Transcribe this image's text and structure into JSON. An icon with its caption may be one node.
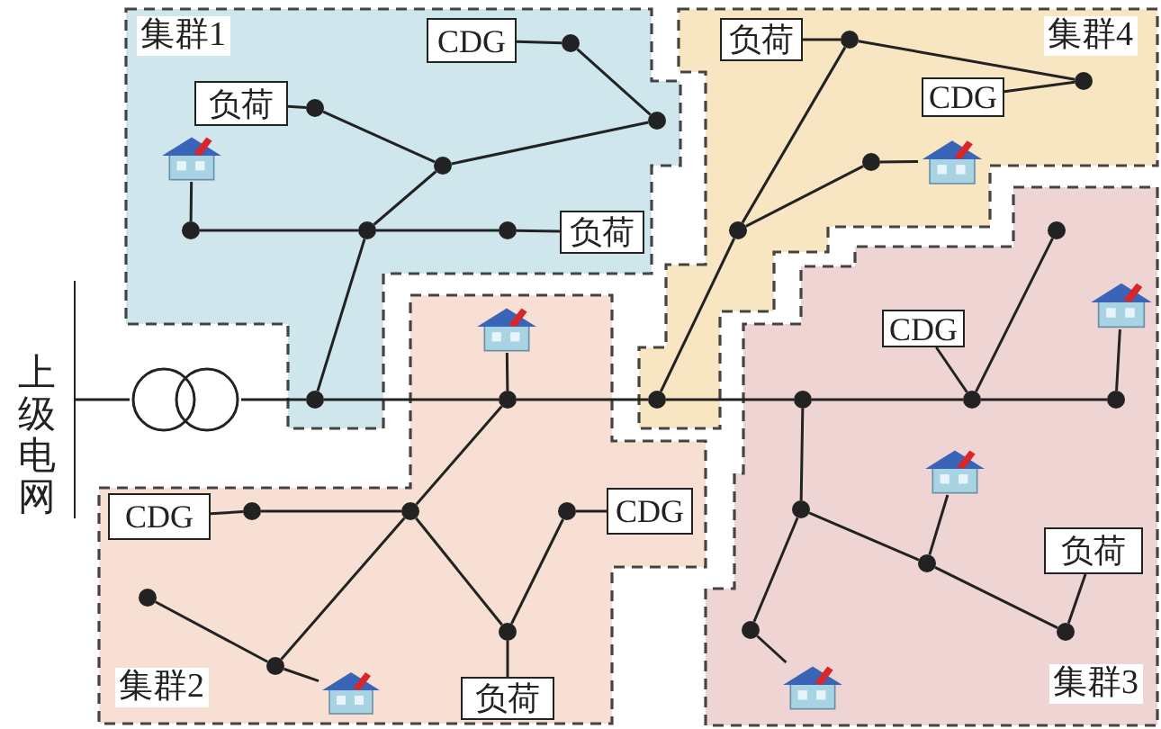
{
  "diagram": {
    "nodes": [
      {
        "text": [
          "上级电网"
        ]
      },
      {
        "text": [],
        "shape": "transformer"
      },
      {
        "text": [
          "集群1"
        ]
      },
      {
        "text": [
          "CDG"
        ],
        "in": 2
      },
      {
        "text": [],
        "shape": "circle",
        "in": 2
      },
      {
        "text": [
          "负荷"
        ],
        "in": 2
      },
      {
        "text": [],
        "shape": "circle",
        "in": 2
      },
      {
        "text": [],
        "shape": "circle",
        "in": 2
      },
      {
        "text": [],
        "shape": "circle",
        "in": 2
      },
      {
        "text": [],
        "shape": "picture",
        "in": 2
      },
      {
        "text": [],
        "shape": "circle",
        "in": 2
      },
      {
        "text": [],
        "shape": "circle",
        "in": 2
      },
      {
        "text": [],
        "shape": "circle",
        "in": 2
      },
      {
        "text": [
          "负荷"
        ],
        "in": 2
      },
      {
        "text": [],
        "shape": "circle",
        "in": 2
      },
      {
        "text": [
          "集群4"
        ]
      },
      {
        "text": [
          "负荷"
        ],
        "in": 15
      },
      {
        "text": [],
        "shape": "circle",
        "in": 15
      },
      {
        "text": [],
        "shape": "circle",
        "in": 15
      },
      {
        "text": [
          "CDG"
        ],
        "in": 15
      },
      {
        "text": [],
        "shape": "circle",
        "in": 15
      },
      {
        "text": [],
        "shape": "picture",
        "in": 15
      },
      {
        "text": [],
        "shape": "circle",
        "in": 15
      },
      {
        "text": [],
        "shape": "circle",
        "in": 15
      },
      {
        "text": [
          "集群2"
        ]
      },
      {
        "text": [],
        "shape": "picture",
        "in": 24
      },
      {
        "text": [],
        "shape": "circle",
        "in": 24
      },
      {
        "text": [
          "CDG"
        ],
        "in": 24
      },
      {
        "text": [],
        "shape": "circle",
        "in": 24
      },
      {
        "text": [],
        "shape": "circle",
        "in": 24
      },
      {
        "text": [],
        "shape": "circle",
        "in": 24
      },
      {
        "text": [
          "CDG"
        ],
        "in": 24
      },
      {
        "text": [],
        "shape": "circle",
        "in": 24
      },
      {
        "text": [],
        "shape": "circle",
        "in": 24
      },
      {
        "text": [],
        "shape": "picture",
        "in": 24
      },
      {
        "text": [],
        "shape": "circle",
        "in": 24
      },
      {
        "text": [
          "负荷"
        ],
        "in": 24
      },
      {
        "text": [
          "集群3"
        ]
      },
      {
        "text": [],
        "shape": "circle",
        "in": 37
      },
      {
        "text": [
          "CDG"
        ],
        "in": 37
      },
      {
        "text": [],
        "shape": "circle",
        "in": 37
      },
      {
        "text": [],
        "shape": "picture",
        "in": 37
      },
      {
        "text": [],
        "shape": "circle",
        "in": 37
      },
      {
        "text": [],
        "shape": "circle",
        "in": 37
      },
      {
        "text": [],
        "shape": "picture",
        "in": 37
      },
      {
        "text": [],
        "shape": "circle",
        "in": 37
      },
      {
        "text": [],
        "shape": "circle",
        "in": 37
      },
      {
        "text": [
          "负荷"
        ],
        "in": 37
      },
      {
        "text": [],
        "shape": "circle",
        "in": 37
      },
      {
        "text": [],
        "shape": "circle",
        "in": 37
      },
      {
        "text": [],
        "shape": "picture",
        "in": 37
      }
    ],
    "edges": [
      {
        "from": 0,
        "to": 1,
        "arrow": "none"
      },
      {
        "from": 1,
        "to": 14,
        "arrow": "none"
      },
      {
        "from": 14,
        "to": 26,
        "arrow": "none"
      },
      {
        "from": 26,
        "to": 23,
        "arrow": "none"
      },
      {
        "from": 23,
        "to": 38,
        "arrow": "none"
      },
      {
        "from": 38,
        "to": 42,
        "arrow": "none"
      },
      {
        "from": 42,
        "to": 43,
        "arrow": "none"
      },
      {
        "from": 3,
        "to": 4,
        "arrow": "none"
      },
      {
        "from": 4,
        "to": 7,
        "arrow": "none"
      },
      {
        "from": 7,
        "to": 8,
        "arrow": "none"
      },
      {
        "from": 5,
        "to": 6,
        "arrow": "none"
      },
      {
        "from": 6,
        "to": 8,
        "arrow": "none"
      },
      {
        "from": 8,
        "to": 11,
        "arrow": "none"
      },
      {
        "from": 9,
        "to": 10,
        "arrow": "none"
      },
      {
        "from": 10,
        "to": 11,
        "arrow": "none"
      },
      {
        "from": 11,
        "to": 12,
        "arrow": "none"
      },
      {
        "from": 12,
        "to": 13,
        "arrow": "none"
      },
      {
        "from": 11,
        "to": 14,
        "arrow": "none"
      },
      {
        "from": 16,
        "to": 17,
        "arrow": "none"
      },
      {
        "from": 17,
        "to": 18,
        "arrow": "none"
      },
      {
        "from": 18,
        "to": 19,
        "arrow": "none"
      },
      {
        "from": 17,
        "to": 22,
        "arrow": "none"
      },
      {
        "from": 22,
        "to": 23,
        "arrow": "none"
      },
      {
        "from": 22,
        "to": 20,
        "arrow": "none"
      },
      {
        "from": 20,
        "to": 21,
        "arrow": "none"
      },
      {
        "from": 25,
        "to": 26,
        "arrow": "none"
      },
      {
        "from": 26,
        "to": 29,
        "arrow": "none"
      },
      {
        "from": 27,
        "to": 28,
        "arrow": "none"
      },
      {
        "from": 28,
        "to": 29,
        "arrow": "none"
      },
      {
        "from": 29,
        "to": 33,
        "arrow": "none"
      },
      {
        "from": 32,
        "to": 33,
        "arrow": "none"
      },
      {
        "from": 33,
        "to": 34,
        "arrow": "none"
      },
      {
        "from": 29,
        "to": 35,
        "arrow": "none"
      },
      {
        "from": 35,
        "to": 30,
        "arrow": "none"
      },
      {
        "from": 30,
        "to": 31,
        "arrow": "none"
      },
      {
        "from": 35,
        "to": 36,
        "arrow": "none"
      },
      {
        "from": 39,
        "to": 42,
        "arrow": "none"
      },
      {
        "from": 42,
        "to": 40,
        "arrow": "none"
      },
      {
        "from": 41,
        "to": 43,
        "arrow": "none"
      },
      {
        "from": 38,
        "to": 45,
        "arrow": "none"
      },
      {
        "from": 45,
        "to": 46,
        "arrow": "none"
      },
      {
        "from": 46,
        "to": 44,
        "arrow": "none"
      },
      {
        "from": 46,
        "to": 49,
        "arrow": "none"
      },
      {
        "from": 49,
        "to": 47,
        "arrow": "none"
      },
      {
        "from": 45,
        "to": 48,
        "arrow": "none"
      },
      {
        "from": 48,
        "to": 50,
        "arrow": "none"
      }
    ]
  }
}
